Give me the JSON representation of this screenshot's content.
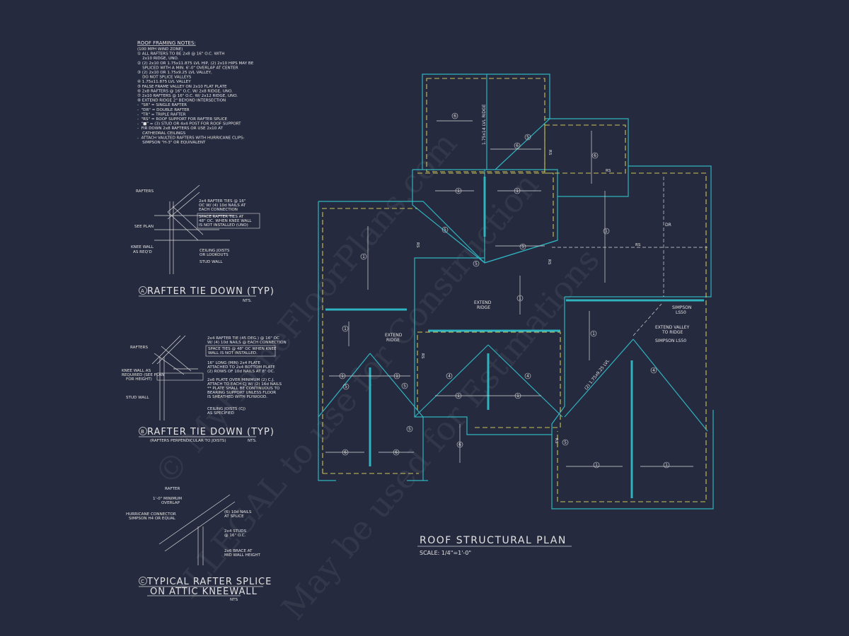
{
  "notes": {
    "title": "ROOF FRAMING NOTES:",
    "lines": [
      "(100 MPH WIND ZONE)",
      "① ALL RAFTERS TO BE 2x8 @ 16\" O.C. WITH",
      "    2x10 RIDGE, UNO.",
      "② (2) 2x10 OR 1.75x11.875 LVL HIP, (2) 2x10 HIPS MAY BE",
      "    SPLICED WITH A MIN. 6'-0\" OVERLAP AT CENTER",
      "③ (2) 2x10 OR 1.75x9.25 LVL VALLEY,",
      "    DO NOT SPLICE VALLEYS",
      "④ 1.75x11.875 LVL VALLEY",
      "⑤ FALSE FRAME VALLEY ON 2x10 FLAT PLATE",
      "⑥ 2x8 RAFTERS @ 16\" O.C. W/ 2x8 RIDGE, UNO.",
      "⑦ 2x10 RAFTERS @ 16\" O.C. W/ 2x12 RIDGE, UNO.",
      "⑧ EXTEND RIDGE 2\" BEYOND INTERSECTION",
      "-  \"SR\" = SINGLE RAFTER",
      "-  \"DR\" = DOUBLE RAFTER",
      "-  \"TR\" = TRIPLE RAFTER",
      "-  \"RS\" = ROOF SUPPORT FOR RAFTER SPLICE",
      "-  \"■\" = (3) STUD OR 4x4 POST FOR ROOF SUPPORT",
      "-  FIR DOWN 2x8 RAFTERS OR USE 2x10 AT",
      "    CATHEDRAL CEILINGS",
      "-  ATTACH VAULTED RAFTERS WITH HURRICANE CLIPS:",
      "    SIMPSON \"H-3\" OR EQUIVALENT"
    ]
  },
  "detail_a": {
    "marker": "A",
    "title": "RAFTER TIE DOWN (TYP)",
    "nts": "NTS.",
    "rafters": "RAFTERS",
    "see_plan": "SEE PLAN",
    "knee_wall": [
      "KNEE WALL",
      "AS REQ'D"
    ],
    "ties": [
      "2x4 RAFTER TIES @ 16\"",
      "OC W/ (4) 10d NAILS AT",
      "EACH CONNECTION"
    ],
    "space": [
      "SPACE RAFTER TIES AT",
      "48\" OC. WHEN KNEE WALL",
      "IS NOT INSTALLED (UNO)"
    ],
    "ceiling": [
      "CEILING JOISTS",
      "OR LOOKOUTS"
    ],
    "stud_wall": "STUD WALL"
  },
  "detail_b": {
    "marker": "B",
    "title": "RAFTER TIE DOWN (TYP)",
    "subtitle": "(RAFTERS PERPENDICULAR TO JOISTS)",
    "nts": "NTS.",
    "rafters": "RAFTERS",
    "knee_wall": [
      "KNEE WALL AS",
      "REQUIRED (SEE PLAN",
      "FOR HEIGHT)"
    ],
    "stud_wall": "STUD WALL",
    "tie": [
      "2x4 RAFTER TIE (45 DEG.) @ 16\" OC",
      "W/ (4) 10d NAILS @ EACH CONNECTION"
    ],
    "space": [
      "SPACE TIES @ 48\" OC WHEN KNEE",
      "WALL IS NOT INSTALLED."
    ],
    "plate": [
      "16\" LONG (MIN) 2x4 PLATE",
      "ATTACHED TO 2x4 BOTTOM PLATE",
      "(2) ROWS OF 10d NAILS AT 8\" OC."
    ],
    "plate2": [
      "2x6 PLATE OVER MINIMUM (2) C.J.",
      "ATTACH TO EACH CJ W/ (2) 16d NAILS",
      "** PLATE SHALL BE CONTINUOUS TO",
      "BEARING SUPPORT UNLESS FLOOR",
      "IS SHEATHED WITH PLYWOOD."
    ],
    "ceiling": [
      "CEILING JOISTS (CJ)",
      "AS SPECIFIED"
    ]
  },
  "detail_c": {
    "marker": "C",
    "title_1": "TYPICAL RAFTER SPLICE",
    "title_2": "ON ATTIC KNEEWALL",
    "nts": "NTS",
    "rafter": "RAFTER",
    "overlap": [
      "1'-0\" MINIMUM",
      "OVERLAP"
    ],
    "connector": [
      "HURRICANE CONNECTOR",
      "SIMPSON H4 OR EQUAL"
    ],
    "nails": [
      "(6) 10d NAILS",
      "AT SPLICE"
    ],
    "studs": [
      "2x4 STUDS",
      "@ 16\" O.C."
    ],
    "brace": [
      "2x6 BRACE AT",
      "MID WALL HEIGHT"
    ]
  },
  "plan": {
    "title": "ROOF STRUCTURAL PLAN",
    "scale": "SCALE: 1/4\"=1'-0\"",
    "lvl_ridge": "1.75x14 LVL RIDGE",
    "lvl_hip": "(2) 1.75x9.25 LVL",
    "extend_ridge": [
      "EXTEND",
      "RIDGE"
    ],
    "simpson_1": [
      "SIMPSON",
      "LS50"
    ],
    "extend_valley": [
      "EXTEND VALLEY",
      "TO RIDGE"
    ],
    "simpson_2": "SIMPSON LS50",
    "rs": "RS",
    "dr": "DR",
    "tags": {
      "one": "1",
      "four": "4",
      "five": "5",
      "six": "6"
    }
  },
  "watermark": [
    "© MyHomeFloorPlans.com",
    "ILLEGAL to use for Construction",
    "May be used for Estimations"
  ],
  "colors": {
    "background": "#262a3e",
    "walls": "#2fb3bf",
    "dashed": "#c9c45a",
    "text": "#e2e2e2"
  }
}
